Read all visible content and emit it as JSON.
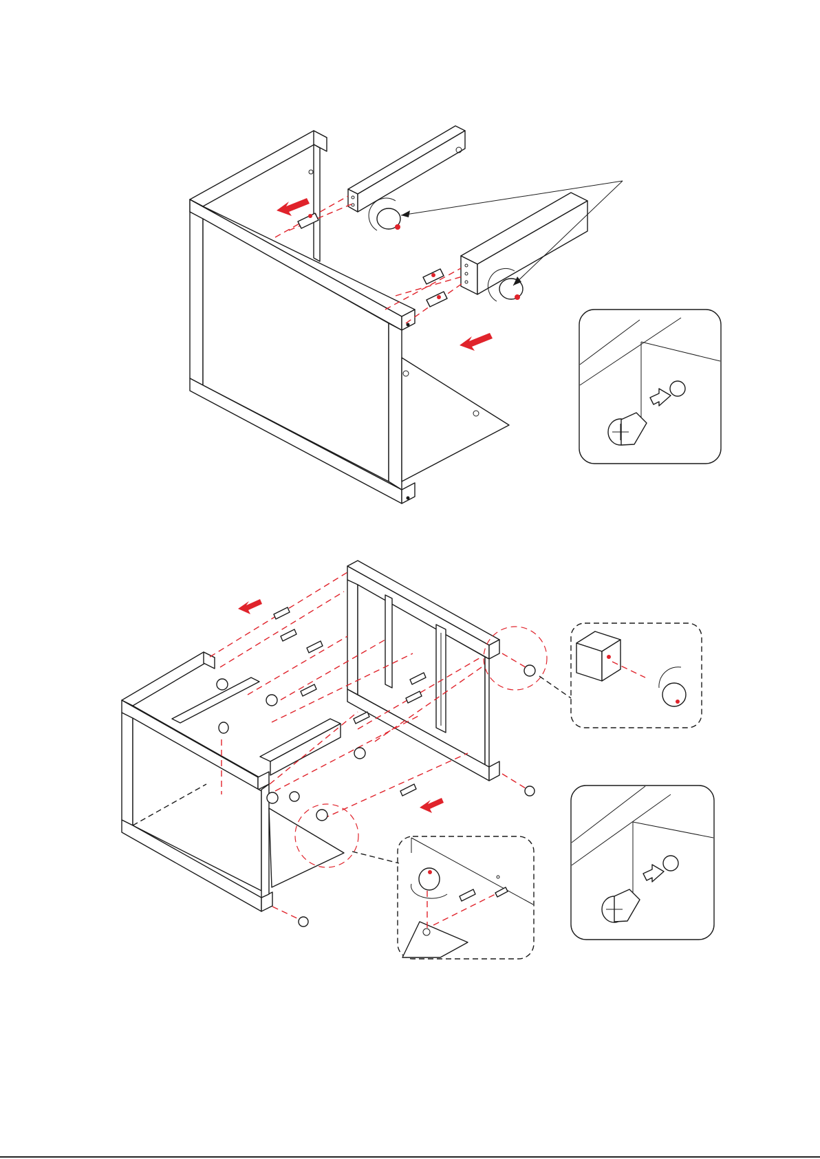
{
  "figure": {
    "type": "assembly-instructions",
    "steps_shown": 2,
    "colors": {
      "line": "#1a1a1a",
      "guide_dash": "#e0232b",
      "direction_arrow": "#e0232b",
      "detail_box_border": "#1a1a1a",
      "background": "#ffffff"
    }
  },
  "step1": {
    "parts": [
      "side-frame-panel",
      "rear-rail",
      "front-rail",
      "bottom-panel",
      "wooden-dowels",
      "cam-locks"
    ],
    "icons": [
      "direction-arrow-icon",
      "rotate-clockwise-icon",
      "cam-lock-icon",
      "dowel-icon"
    ],
    "detail": {
      "shows": "cam-lock-insertion",
      "border": "rounded-solid"
    }
  },
  "step2": {
    "parts": [
      "left-side-frame",
      "right-side-frame",
      "drawer-slides",
      "bottom-panel",
      "dowels",
      "cam-locks",
      "glide-feet"
    ],
    "icons": [
      "direction-arrow-icon",
      "rotate-clockwise-icon",
      "cam-lock-icon",
      "glide-foot-icon",
      "cam-bolt-icon"
    ],
    "details": [
      {
        "shows": "glide-foot-insertion",
        "border": "rounded-dashed"
      },
      {
        "shows": "cam-lock-insertion",
        "border": "rounded-solid"
      },
      {
        "shows": "cam-lock-and-bolt-insertion",
        "border": "rounded-dashed"
      }
    ]
  }
}
